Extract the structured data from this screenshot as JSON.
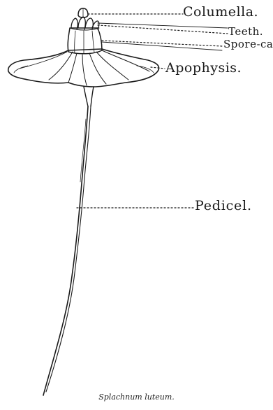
{
  "labels": {
    "columella": "Columella.",
    "teeth": "Teeth.",
    "spore_case": "Spore-case",
    "apophysis": "Apophysis.",
    "pedicel": "Pedicel."
  },
  "caption": "Splachnum luteum.",
  "colors": {
    "ink": "#1a1a1a",
    "paper": "#ffffff"
  }
}
